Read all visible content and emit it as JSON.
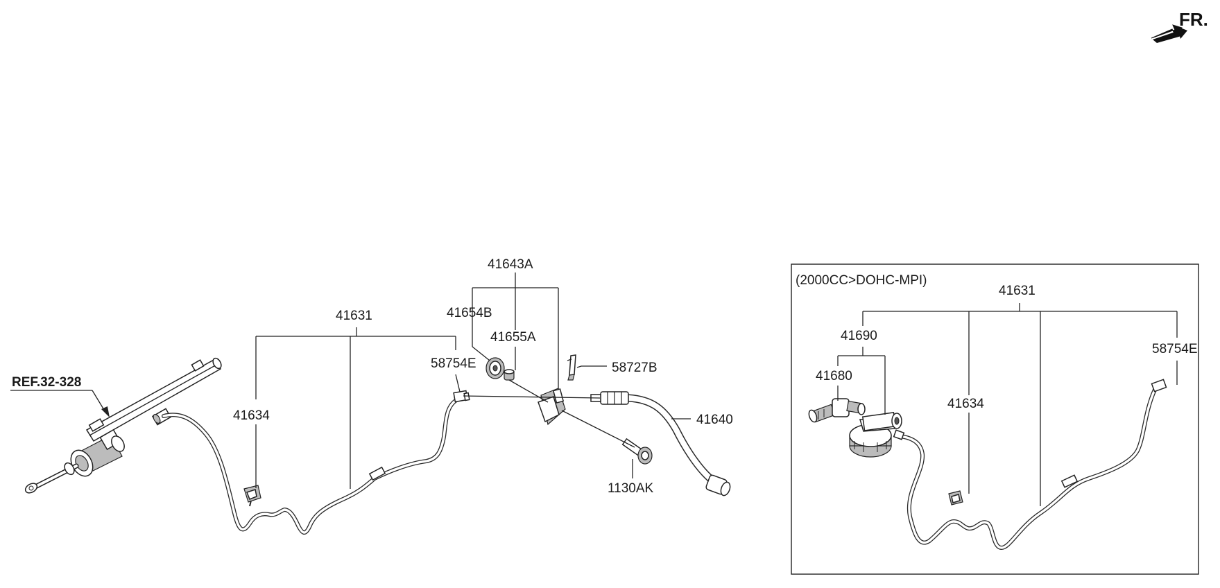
{
  "orientation": {
    "label": "FR."
  },
  "reference": {
    "label": "REF.32-328"
  },
  "main_view": {
    "callouts": {
      "p41643A": "41643A",
      "p41654B": "41654B",
      "p41655A": "41655A",
      "p41631": "41631",
      "p58754E": "58754E",
      "p58727B": "58727B",
      "p41634": "41634",
      "p41640": "41640",
      "p1130AK": "1130AK"
    }
  },
  "inset_view": {
    "title": "(2000CC>DOHC-MPI)",
    "callouts": {
      "p41631": "41631",
      "p41690": "41690",
      "p41680": "41680",
      "p41634": "41634",
      "p58754E": "58754E"
    }
  }
}
